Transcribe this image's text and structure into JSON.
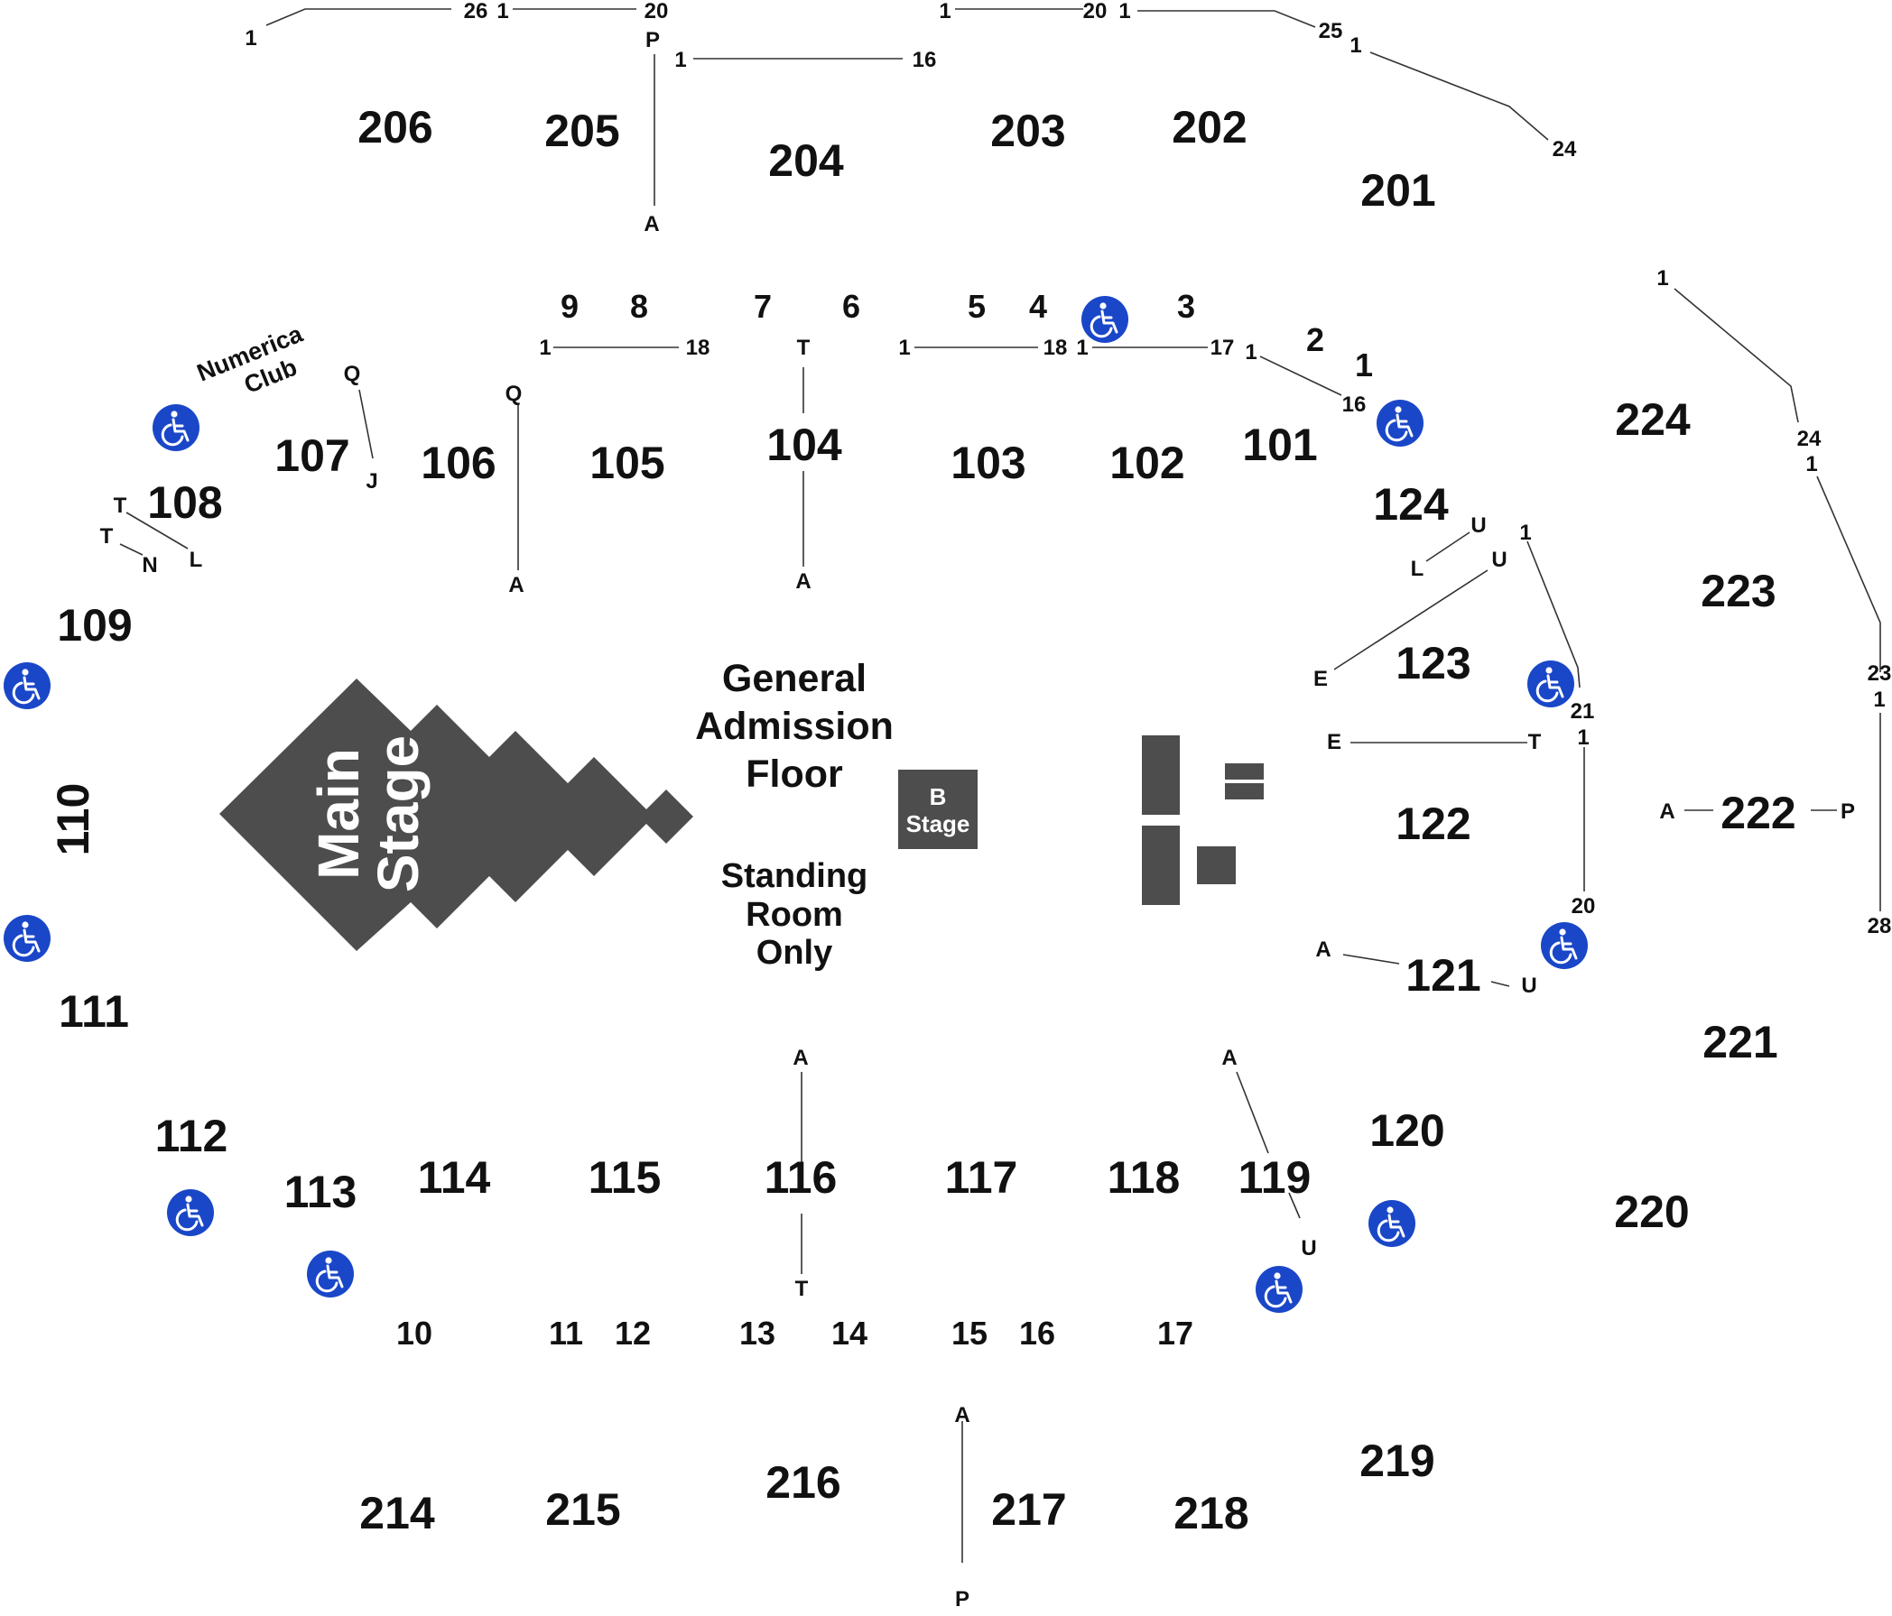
{
  "stage": {
    "main_line1": "Main",
    "main_line2": "Stage",
    "b_line1": "B",
    "b_line2": "Stage",
    "color": "#4d4d4d"
  },
  "floor": {
    "line1": "General",
    "line2": "Admission",
    "line3": "Floor",
    "sub1": "Standing",
    "sub2": "Room",
    "sub3": "Only"
  },
  "club": {
    "line1": "Numerica",
    "line2": "Club"
  },
  "sections_upper": [
    "206",
    "205",
    "204",
    "203",
    "202",
    "201",
    "224",
    "223",
    "222",
    "221",
    "220",
    "219",
    "218",
    "217",
    "216",
    "215",
    "214"
  ],
  "sections_lower": [
    "101",
    "102",
    "103",
    "104",
    "105",
    "106",
    "107",
    "108",
    "109",
    "110",
    "111",
    "112",
    "113",
    "114",
    "115",
    "116",
    "117",
    "118",
    "119",
    "120",
    "121",
    "122",
    "123",
    "124"
  ],
  "entrances_top": [
    "9",
    "8",
    "7",
    "6",
    "5",
    "4",
    "3",
    "2",
    "1"
  ],
  "entrances_bottom": [
    "10",
    "11",
    "12",
    "13",
    "14",
    "15",
    "16",
    "17"
  ],
  "row_seat_labels": {
    "s206": [
      "1",
      "26"
    ],
    "s205": [
      "1",
      "20"
    ],
    "s204": [
      "P",
      "1",
      "16",
      "A"
    ],
    "s203": [
      "1",
      "20"
    ],
    "s202": [
      "1",
      "25"
    ],
    "s201": [
      "1",
      "24"
    ],
    "s224": [
      "1",
      "24"
    ],
    "s223": [
      "1",
      "23"
    ],
    "s222": [
      "1",
      "28",
      "A",
      "P"
    ],
    "s217": [
      "A",
      "P"
    ],
    "s105": [
      "1",
      "18"
    ],
    "s104": [
      "T",
      "A"
    ],
    "s103": [
      "1",
      "18"
    ],
    "s102": [
      "1",
      "17"
    ],
    "s101": [
      "1",
      "16"
    ],
    "s106": [
      "Q",
      "A"
    ],
    "s107": [
      "Q",
      "J"
    ],
    "s108": [
      "T",
      "L",
      "T",
      "N"
    ],
    "s124": [
      "U",
      "L"
    ],
    "s123": [
      "U",
      "E",
      "1",
      "21"
    ],
    "s122": [
      "E",
      "T",
      "1",
      "20"
    ],
    "s121": [
      "A",
      "U"
    ],
    "s116": [
      "A",
      "T"
    ],
    "s119": [
      "A",
      "U"
    ]
  },
  "icons": [
    "wheelchair-icon"
  ],
  "colors": {
    "ada": "#1a47c8",
    "stage": "#4d4d4d"
  }
}
